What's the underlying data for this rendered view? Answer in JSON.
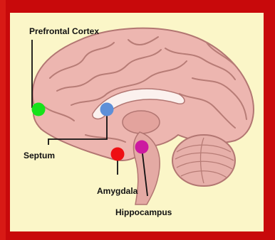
{
  "colors": {
    "frame": "#c8090b",
    "panel": "#fbf6c8",
    "prefrontal_marker": "#16e21a",
    "septum_marker": "#5d8fd8",
    "amygdala_marker": "#ee0f13",
    "hippocampus_marker": "#cc1aa0"
  },
  "labels": {
    "prefrontal": "Prefrontal Cortex",
    "septum": "Septum",
    "amygdala": "Amygdala",
    "hippocampus": "Hippocampus"
  }
}
